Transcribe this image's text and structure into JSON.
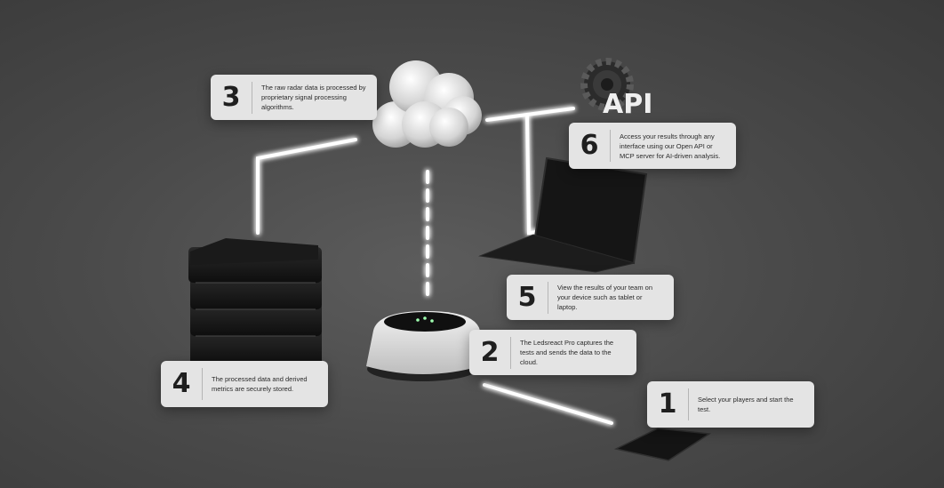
{
  "steps": [
    {
      "number": "1",
      "text": "Select your players and start the test."
    },
    {
      "number": "2",
      "text": "The Ledsreact Pro captures the tests and sends the data to the cloud."
    },
    {
      "number": "3",
      "text": "The raw radar data is processed by proprietary signal processing algorithms."
    },
    {
      "number": "4",
      "text": "The processed data and derived metrics are securely stored."
    },
    {
      "number": "5",
      "text": "View the results of your team on your device such as tablet or laptop."
    },
    {
      "number": "6",
      "text": "Access your results through any interface using our Open API or MCP server for AI-driven analysis."
    }
  ],
  "api_label": "API",
  "icons": [
    "cloud-icon",
    "gear-icon",
    "server-stack-icon",
    "laptop-icon",
    "sensor-device-icon",
    "tablet-icon"
  ],
  "colors": {
    "background": "#4b4b4b",
    "card": "#e4e4e4",
    "card_text": "#2a2a2a",
    "light_line": "#ffffff"
  }
}
